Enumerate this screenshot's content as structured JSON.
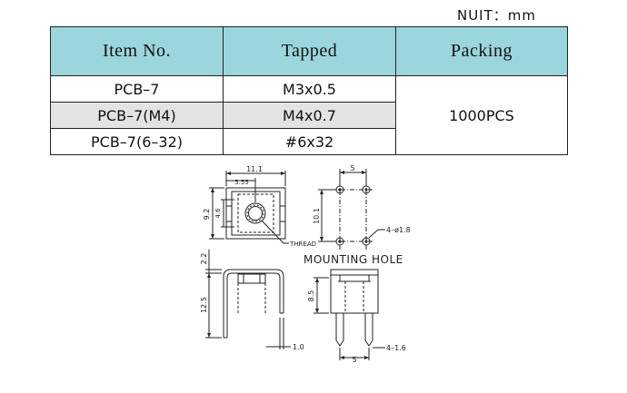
{
  "unit_label": "NUIT：mm",
  "table": {
    "headers": [
      "Item No.",
      "Tapped",
      "Packing"
    ],
    "rows": [
      {
        "item": "PCB–7",
        "tapped": "M3x0.5"
      },
      {
        "item": "PCB–7(M4)",
        "tapped": "M4x0.7"
      },
      {
        "item": "PCB–7(6–32)",
        "tapped": "#6x32"
      }
    ],
    "packing": "1000PCS"
  },
  "drawing": {
    "dim_width": "11.1",
    "dim_half": "5.55",
    "dim_height": "9.2",
    "dim_inner": "4.6",
    "thread_label": "THREAD",
    "hole_spacing_x": "5",
    "hole_spacing_y": "10.1",
    "hole_dia": "4–ø1.8",
    "mounting_hole": "MOUNTING HOLE",
    "dim_top_gap": "2.2",
    "dim_side_height": "12.5",
    "dim_thickness": "1.0",
    "dim_front_height": "8.5",
    "dim_pin": "4–1.6",
    "dim_pin_spacing": "5"
  }
}
